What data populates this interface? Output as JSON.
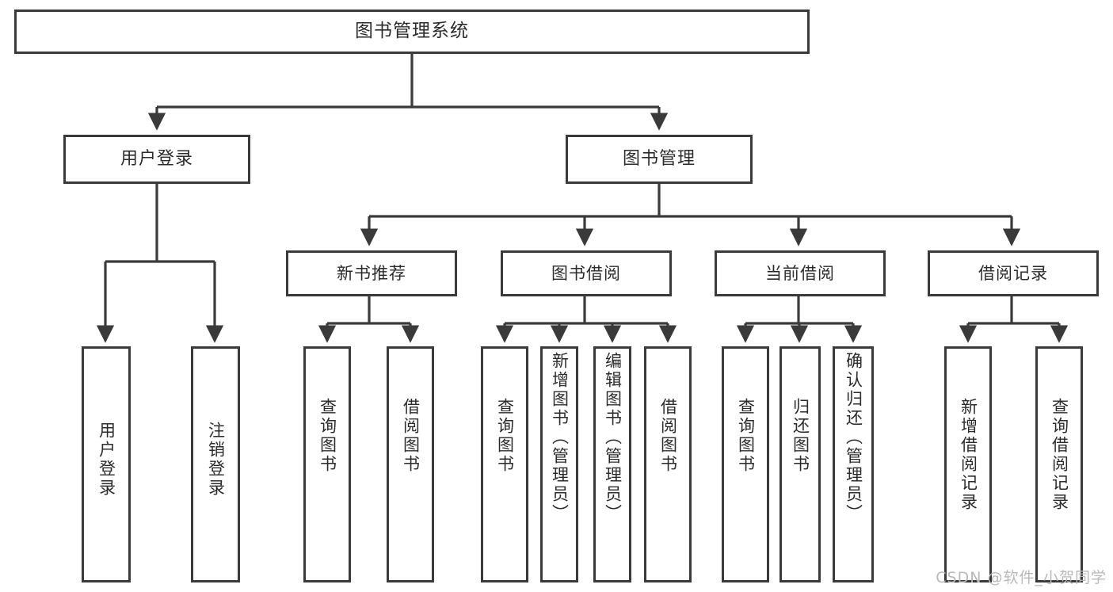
{
  "diagram": {
    "type": "tree",
    "title": "图书管理系统",
    "colors": {
      "box_border": "#3a3a3a",
      "box_fill": "#ffffff",
      "connector": "#3a3a3a",
      "text": "#2b2b2b",
      "watermark": "#b9b9b9",
      "background": "#ffffff"
    },
    "root": {
      "label": "图书管理系统"
    },
    "level1": [
      {
        "label": "用户登录"
      },
      {
        "label": "图书管理"
      }
    ],
    "level2": [
      {
        "label": "新书推荐"
      },
      {
        "label": "图书借阅"
      },
      {
        "label": "当前借阅"
      },
      {
        "label": "借阅记录"
      }
    ],
    "leaves": {
      "user_login": [
        {
          "label": "用户登录"
        },
        {
          "label": "注销登录"
        }
      ],
      "new_book_recommend": [
        {
          "label": "查询图书"
        },
        {
          "label": "借阅图书"
        }
      ],
      "book_borrow": [
        {
          "label": "查询图书"
        },
        {
          "label": "新增图书（管理员）"
        },
        {
          "label": "编辑图书（管理员）"
        },
        {
          "label": "借阅图书"
        }
      ],
      "current_borrow": [
        {
          "label": "查询图书"
        },
        {
          "label": "归还图书"
        },
        {
          "label": "确认归还（管理员）"
        }
      ],
      "borrow_record": [
        {
          "label": "新增借阅记录"
        },
        {
          "label": "查询借阅记录"
        }
      ]
    }
  },
  "watermark": {
    "text": "CSDN @软件_小贺同学"
  }
}
